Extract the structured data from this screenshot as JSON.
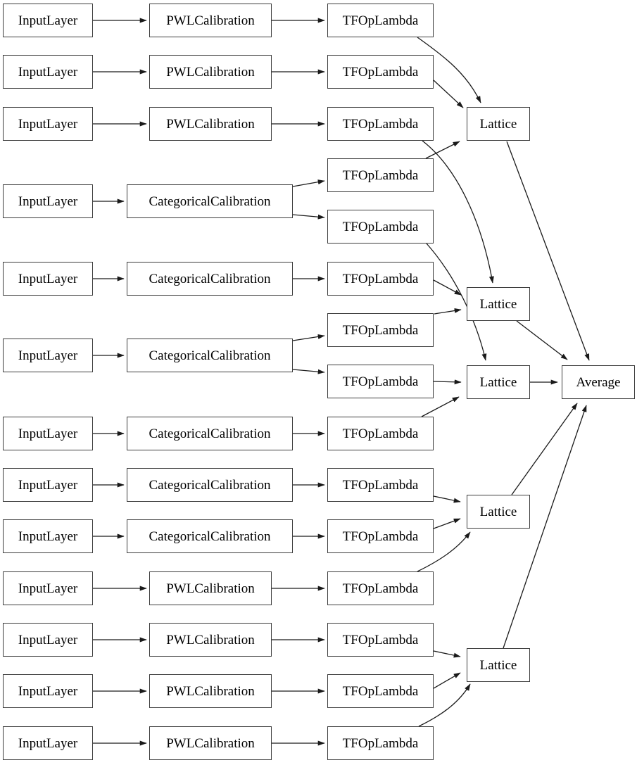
{
  "diagram": {
    "background_color": "#ffffff",
    "node_fill_color": "#ffffff",
    "node_border_color": "#3c3c3c",
    "edge_color": "#1a1a1a",
    "labels": {
      "input": "InputLayer",
      "pwl": "PWLCalibration",
      "categorical": "CategoricalCalibration",
      "tfop": "TFOpLambda",
      "lattice": "Lattice",
      "average": "Average"
    },
    "counts": {
      "input_layers": 13,
      "pwl_calibrations": 7,
      "categorical_calibrations": 6,
      "tfop_lambdas": 15,
      "lattices": 5,
      "average": 1
    },
    "rows": [
      {
        "row": 1,
        "input": "InputLayer",
        "calibration": "PWLCalibration",
        "tfop_outputs": 1,
        "feeds_lattices": [
          1
        ]
      },
      {
        "row": 2,
        "input": "InputLayer",
        "calibration": "PWLCalibration",
        "tfop_outputs": 1,
        "feeds_lattices": [
          1
        ]
      },
      {
        "row": 3,
        "input": "InputLayer",
        "calibration": "PWLCalibration",
        "tfop_outputs": 1,
        "feeds_lattices": [
          2
        ]
      },
      {
        "row": 4,
        "input": "InputLayer",
        "calibration": "CategoricalCalibration",
        "tfop_outputs": 2,
        "feeds_lattices": [
          1,
          3
        ]
      },
      {
        "row": 5,
        "input": "InputLayer",
        "calibration": "CategoricalCalibration",
        "tfop_outputs": 1,
        "feeds_lattices": [
          2
        ]
      },
      {
        "row": 6,
        "input": "InputLayer",
        "calibration": "CategoricalCalibration",
        "tfop_outputs": 2,
        "feeds_lattices": [
          2,
          3
        ]
      },
      {
        "row": 7,
        "input": "InputLayer",
        "calibration": "CategoricalCalibration",
        "tfop_outputs": 1,
        "feeds_lattices": [
          3
        ]
      },
      {
        "row": 8,
        "input": "InputLayer",
        "calibration": "CategoricalCalibration",
        "tfop_outputs": 1,
        "feeds_lattices": [
          4
        ]
      },
      {
        "row": 9,
        "input": "InputLayer",
        "calibration": "CategoricalCalibration",
        "tfop_outputs": 1,
        "feeds_lattices": [
          4
        ]
      },
      {
        "row": 10,
        "input": "InputLayer",
        "calibration": "PWLCalibration",
        "tfop_outputs": 1,
        "feeds_lattices": [
          4
        ]
      },
      {
        "row": 11,
        "input": "InputLayer",
        "calibration": "PWLCalibration",
        "tfop_outputs": 1,
        "feeds_lattices": [
          5
        ]
      },
      {
        "row": 12,
        "input": "InputLayer",
        "calibration": "PWLCalibration",
        "tfop_outputs": 1,
        "feeds_lattices": [
          5
        ]
      },
      {
        "row": 13,
        "input": "InputLayer",
        "calibration": "PWLCalibration",
        "tfop_outputs": 1,
        "feeds_lattices": [
          5
        ]
      }
    ],
    "lattice_inputs_by_tfop_slot": {
      "lattice1": [
        1,
        2,
        4
      ],
      "lattice2": [
        3,
        6,
        7
      ],
      "lattice3": [
        5,
        8,
        9
      ],
      "lattice4": [
        10,
        11,
        12
      ],
      "lattice5": [
        13,
        14,
        15
      ]
    },
    "average_inputs": [
      "lattice1",
      "lattice2",
      "lattice3",
      "lattice4",
      "lattice5"
    ]
  }
}
